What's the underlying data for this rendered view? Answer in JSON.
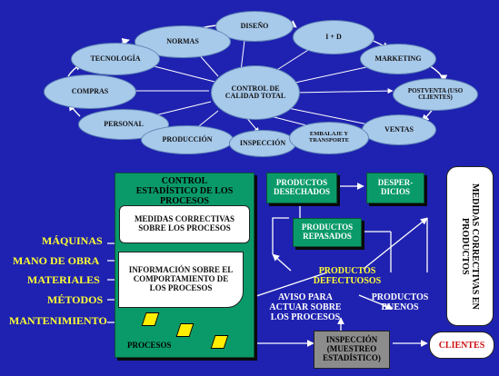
{
  "top": {
    "center": "CONTROL DE CALIDAD TOTAL",
    "diseno": "DISEÑO",
    "normas": "NORMAS",
    "imasd": "I + D",
    "tecnologia": "TECNOLOGÍA",
    "marketing": "MARKETING",
    "compras": "COMPRAS",
    "postventa": "POSTVENTA (USO CLIENTES)",
    "personal": "PERSONAL",
    "ventas": "VENTAS",
    "produccion": "PRODUCCIÓN",
    "inspeccion": "INSPECCIÓN",
    "embalaje": "EMBALAJE Y TRANSPORTE"
  },
  "bottom": {
    "control_title": "CONTROL ESTADÍSTICO DE LOS PROCESOS",
    "medidas_procesos": "MEDIDAS CORRECTIVAS SOBRE LOS PROCESOS",
    "informacion": "INFORMACIÓN SOBRE EL COMPORTAMIENTO DE LOS PROCESOS",
    "procesos": "PROCESOS",
    "productos_desechados": "PRODUCTOS DESECHADOS",
    "desperdicios": "DESPER-DICIOS",
    "productos_repasados": "PRODUCTOS REPASADOS",
    "productos_defectuosos": "PRODUCTOS DEFECTUOSOS",
    "aviso": "AVISO PARA ACTUAR SOBRE LOS PROCESOS",
    "productos_buenos": "PRODUCTOS BUENOS",
    "inspeccion_muestreo": "INSPECCIÓN (MUESTREO ESTADÍSTICO)",
    "clientes": "CLIENTES",
    "medidas_productos": "MEDIDAS CORRECTIVAS EN PRODUCTOS",
    "inputs": [
      "MÁQUINAS",
      "MANO DE OBRA",
      "MATERIALES",
      "MÉTODOS",
      "MANTENIMIENTO"
    ]
  }
}
